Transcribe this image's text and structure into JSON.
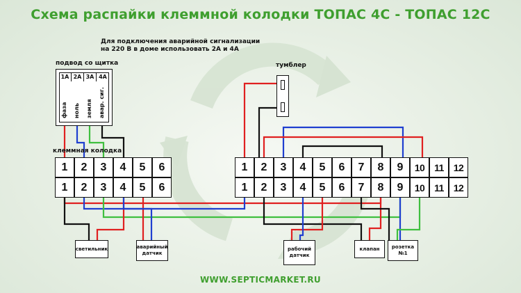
{
  "title": "Схема распайки клеммной колодки ТОПАС 4С - ТОПАС 12С",
  "note": {
    "line1": "Для подключения  аварийной сигнализации",
    "line2": "на 220 В в доме использовать 2А и 4А"
  },
  "supply": {
    "label": "подвод со щитка",
    "pins": [
      {
        "id": "1A",
        "name": "фаза"
      },
      {
        "id": "2A",
        "name": "ноль"
      },
      {
        "id": "3A",
        "name": "земля"
      },
      {
        "id": "4A",
        "name": "авар. сиг."
      }
    ]
  },
  "toggle_label": "тумблер",
  "terminal_label": "клеммная колодка",
  "left_block": {
    "top": [
      "1",
      "2",
      "3",
      "4",
      "5",
      "6"
    ],
    "bottom": [
      "1",
      "2",
      "3",
      "4",
      "5",
      "6"
    ]
  },
  "right_block": {
    "top": [
      "1",
      "2",
      "3",
      "4",
      "5",
      "6",
      "7",
      "8",
      "9",
      "10",
      "11",
      "12"
    ],
    "bottom": [
      "1",
      "2",
      "3",
      "4",
      "5",
      "6",
      "7",
      "8",
      "9",
      "10",
      "11",
      "12"
    ]
  },
  "devices": {
    "lights": "светильник",
    "alarm_sensor_1": "аварийный",
    "alarm_sensor_2": "датчик",
    "work_sensor_1": "рабочий",
    "work_sensor_2": "датчик",
    "valve": "клапан",
    "socket_1": "розетка",
    "socket_2": "№1"
  },
  "website": "WWW.SEPTICMARKET.RU",
  "colors": {
    "red": "#e02020",
    "blue": "#1f3fd0",
    "green": "#3fbf3f",
    "black": "#111111",
    "title": "#3f9f2f"
  }
}
